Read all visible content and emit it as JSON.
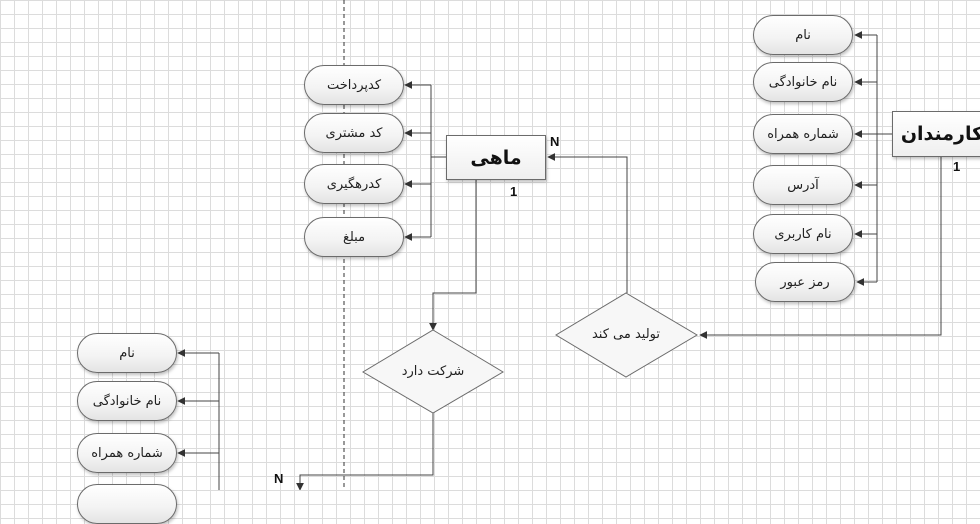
{
  "entities": {
    "karmandan": "کارمندان",
    "mahi": "ماهی"
  },
  "relationships": {
    "tolid": "تولید می کند",
    "sherkat": "شرکت دارد"
  },
  "attributes": {
    "karmandan": [
      "نام",
      "نام خانوادگی",
      "شماره همراه",
      "آدرس",
      "نام کاربری",
      "رمز عبور"
    ],
    "mahi": [
      "کدپرداخت",
      "کد مشتری",
      "کدرهگیری",
      "مبلغ"
    ],
    "third": [
      "نام",
      "نام خانوادگی",
      "شماره همراه"
    ]
  },
  "cardinalities": {
    "mahi_N": "N",
    "mahi_1": "1",
    "karmandan_1": "1",
    "bottom_N": "N"
  }
}
